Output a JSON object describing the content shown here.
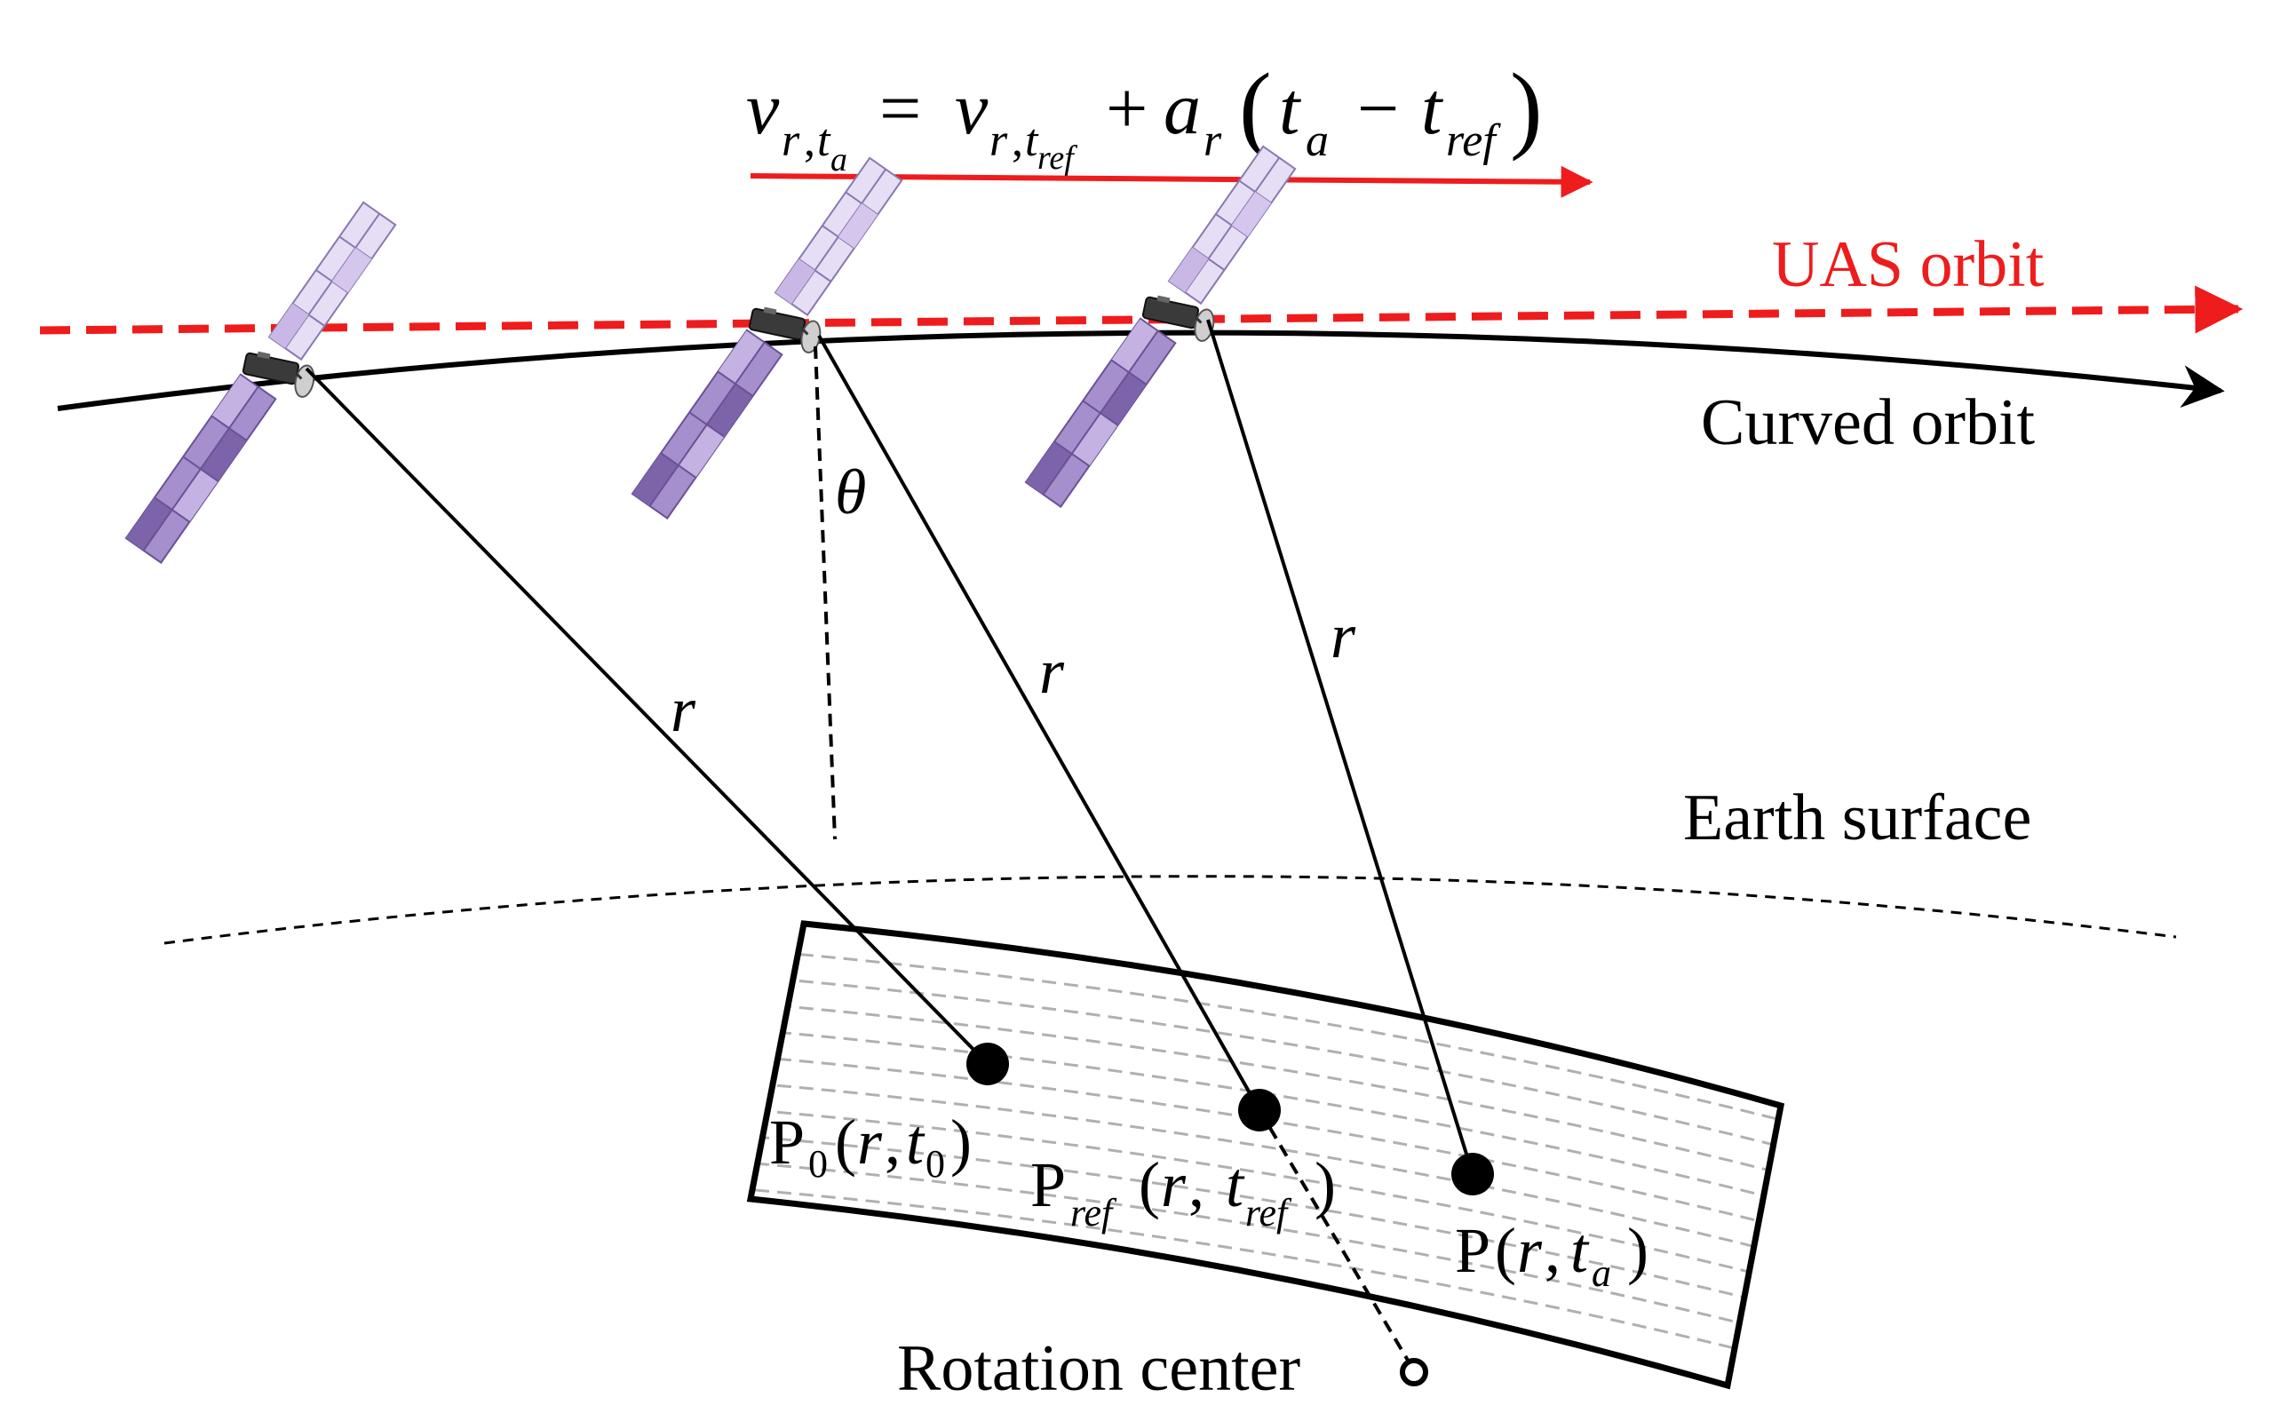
{
  "equation": {
    "v": "v",
    "v_sub_r": "r",
    "v_sub_comma": ",",
    "v_sub_t": "t",
    "v_sub_a": "a",
    "equals": "=",
    "v2": "v",
    "v2_sub_r": "r",
    "v2_sub_comma": ",",
    "v2_sub_t": "t",
    "v2_sub_ref": "ref",
    "plus": "+",
    "a": "a",
    "a_sub_r": "r",
    "lparen": "(",
    "t1": "t",
    "t1_sub": "a",
    "minus": "−",
    "t2": "t",
    "t2_sub": "ref",
    "rparen": ")"
  },
  "labels": {
    "uas_orbit": "UAS orbit",
    "curved_orbit": "Curved orbit",
    "earth_surface": "Earth surface",
    "rotation_center": "Rotation center",
    "theta": "θ",
    "range_r": "r"
  },
  "points": {
    "p0": {
      "P": "P",
      "sub": "0",
      "open": "(",
      "r": "r",
      "comma": ",",
      "t": "t",
      "tsub": "0",
      "close": ")"
    },
    "pref": {
      "P": "P",
      "sub": "ref",
      "open": "(",
      "r": "r",
      "comma": ",",
      "t": "t",
      "tsub": "ref",
      "close": ")"
    },
    "pa": {
      "P": "P",
      "open": "(",
      "r": "r",
      "comma": ",",
      "t": "t",
      "tsub": "a",
      "close": ")"
    }
  },
  "colors": {
    "uas_orbit": "#ee1c1c",
    "velocity_arrow": "#ee1c1c",
    "lines": "#000000",
    "swath_grid": "#b0b0b0",
    "panel_light": "#cfc0e8",
    "panel_dark": "#8064a8"
  }
}
